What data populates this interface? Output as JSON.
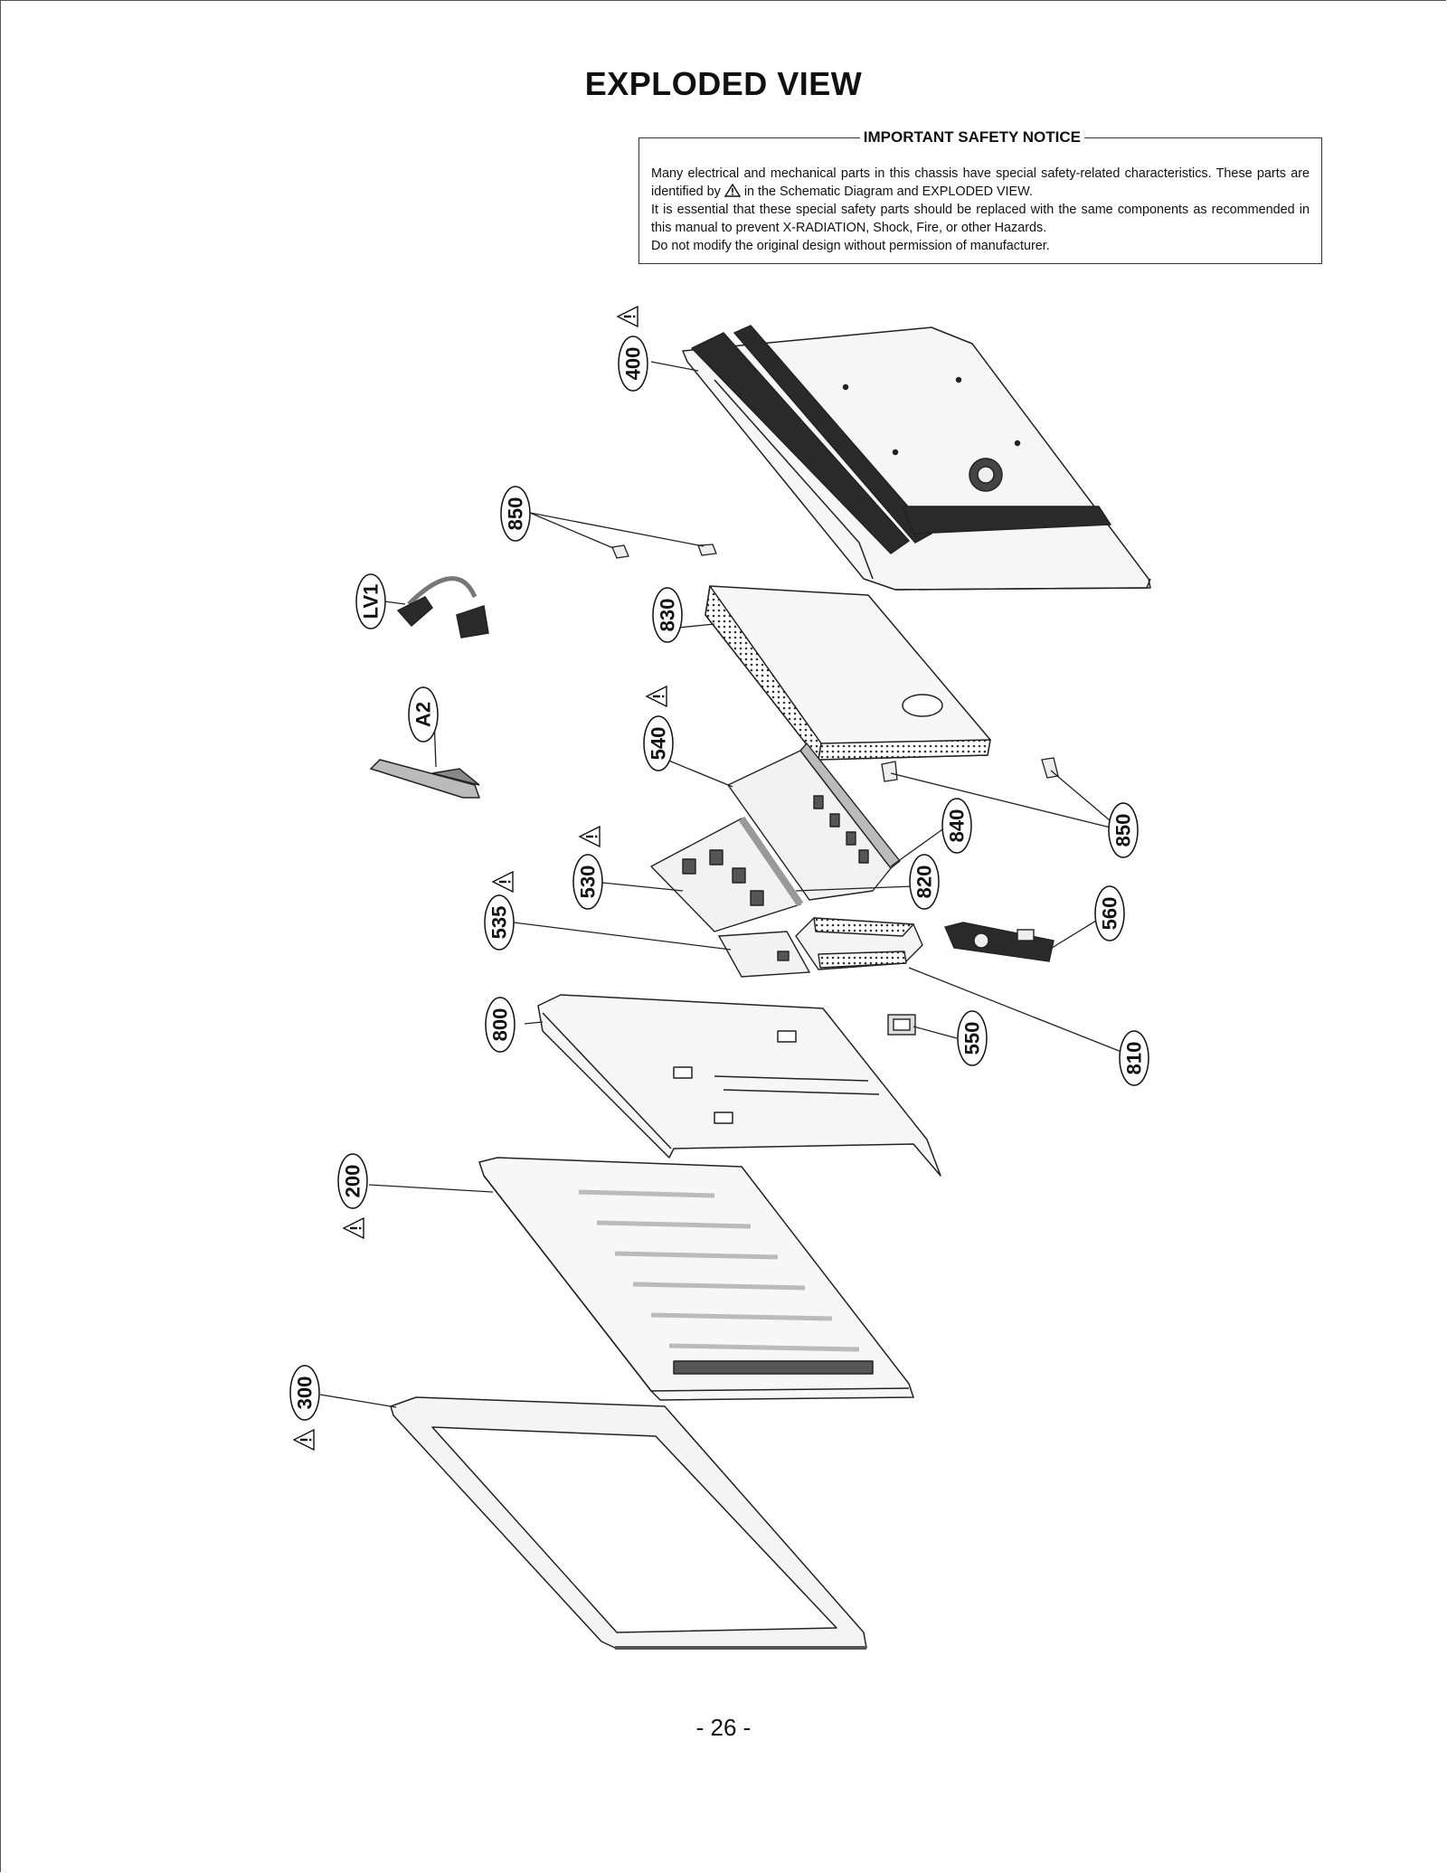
{
  "page": {
    "title": "EXPLODED VIEW",
    "page_number": "- 26 -"
  },
  "safety_notice": {
    "heading": "IMPORTANT SAFETY NOTICE",
    "para1_a": "Many electrical and mechanical parts in this chassis have special safety-related characteristics. These parts are identified by",
    "para1_b": "in the Schematic Diagram and EXPLODED VIEW.",
    "para2": "It is essential that these special safety parts should be replaced with the same components as recommended in this manual to prevent X-RADIATION, Shock, Fire, or other Hazards.",
    "para3": "Do not modify the original design without permission of manufacturer."
  },
  "callouts": {
    "c400": "400",
    "c850a": "850",
    "cLV1": "LV1",
    "c830": "830",
    "cA2": "A2",
    "c540": "540",
    "c840": "840",
    "c850b": "850",
    "c530": "530",
    "c820": "820",
    "c535": "535",
    "c560": "560",
    "c800": "800",
    "c550": "550",
    "c810": "810",
    "c200": "200",
    "c300": "300"
  },
  "colors": {
    "line": "#222222",
    "dark_fill": "#2a2a2a",
    "part_fill": "#f4f4f4"
  }
}
